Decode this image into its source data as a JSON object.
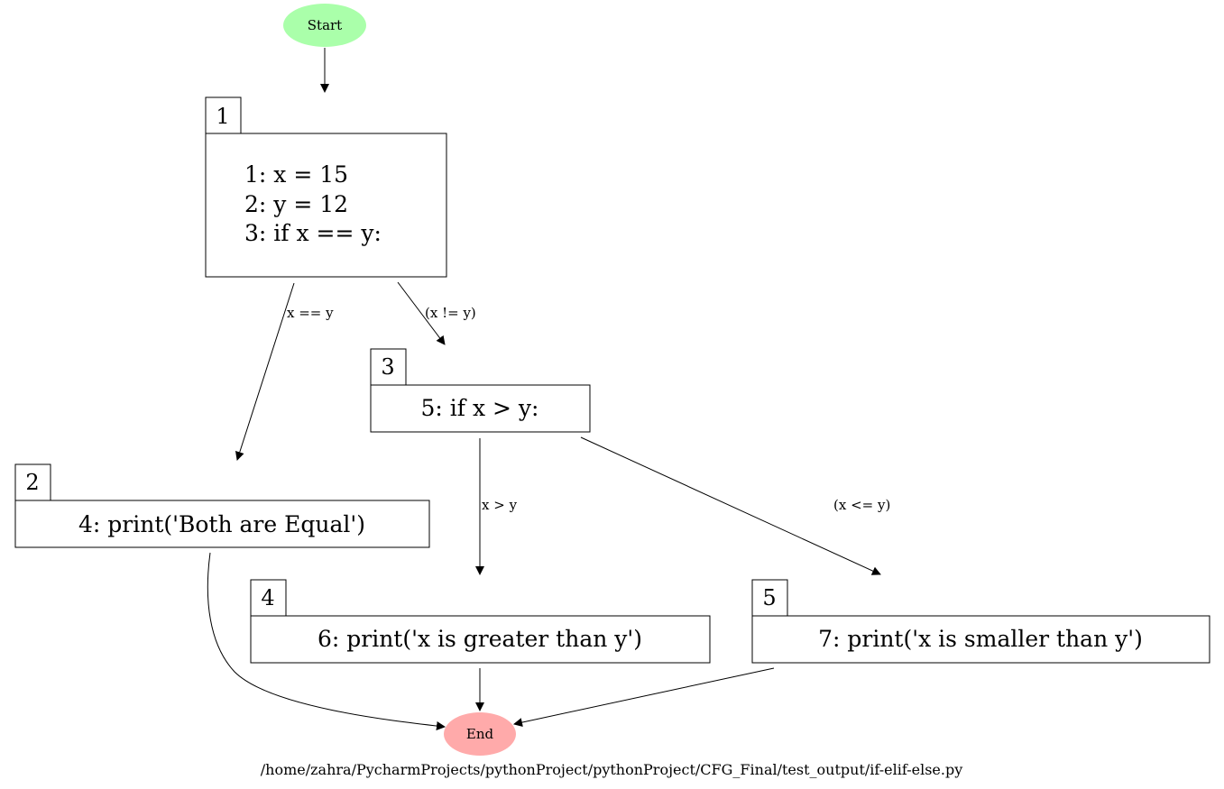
{
  "terminals": {
    "start": {
      "label": "Start",
      "fill": "#aaffaa"
    },
    "end": {
      "label": "End",
      "fill": "#ffaaaa"
    }
  },
  "blocks": [
    {
      "id": "1",
      "lines": [
        "1: x = 15",
        "2: y = 12",
        "3: if x == y:"
      ]
    },
    {
      "id": "2",
      "lines": [
        "4: print('Both are Equal')"
      ]
    },
    {
      "id": "3",
      "lines": [
        "5: if x > y:"
      ]
    },
    {
      "id": "4",
      "lines": [
        "6: print('x is greater than y')"
      ]
    },
    {
      "id": "5",
      "lines": [
        "7: print('x is smaller than y')"
      ]
    }
  ],
  "edges": [
    {
      "from": "start",
      "to": "1",
      "label": ""
    },
    {
      "from": "1",
      "to": "2",
      "label": "x == y"
    },
    {
      "from": "1",
      "to": "3",
      "label": "(x != y)"
    },
    {
      "from": "3",
      "to": "4",
      "label": "x > y"
    },
    {
      "from": "3",
      "to": "5",
      "label": "(x <= y)"
    },
    {
      "from": "2",
      "to": "end",
      "label": ""
    },
    {
      "from": "4",
      "to": "end",
      "label": ""
    },
    {
      "from": "5",
      "to": "end",
      "label": ""
    }
  ],
  "footer": "/home/zahra/PycharmProjects/pythonProject/pythonProject/CFG_Final/test_output/if-elif-else.py"
}
